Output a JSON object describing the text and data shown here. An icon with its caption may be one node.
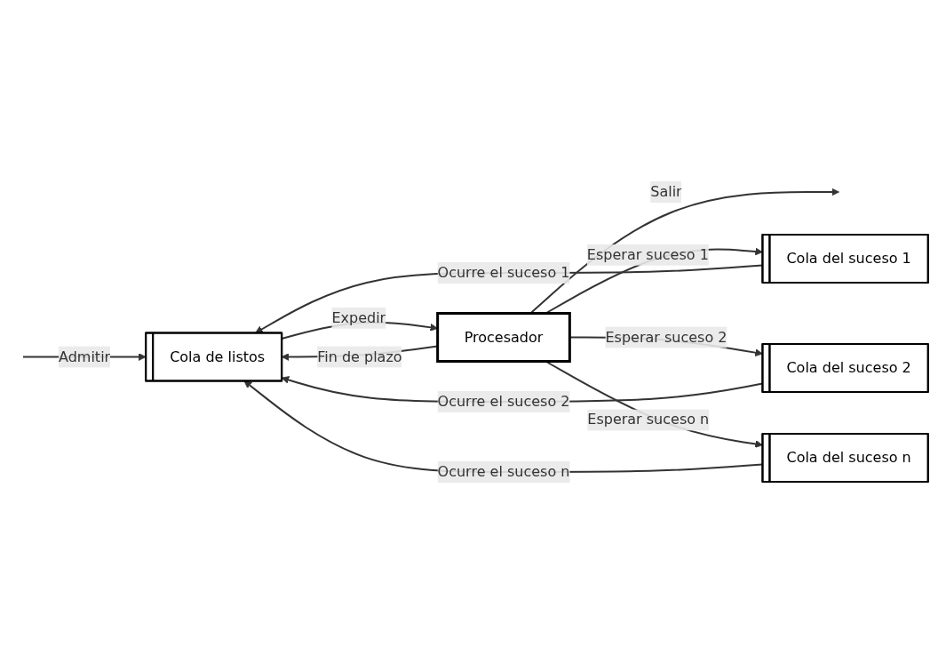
{
  "diagram": {
    "nodes": [
      {
        "text": [
          "Cola de listos"
        ]
      },
      {
        "text": [
          "Procesador"
        ]
      },
      {
        "text": [
          "Cola del suceso 1"
        ]
      },
      {
        "text": [
          "Cola del suceso 2"
        ]
      },
      {
        "text": [
          "Cola del suceso n"
        ]
      }
    ],
    "edges": [
      {
        "from": null,
        "to": 0,
        "arrow": "to",
        "label": "Admitir"
      },
      {
        "from": 0,
        "to": 1,
        "arrow": "to",
        "label": "Expedir"
      },
      {
        "from": 1,
        "to": null,
        "arrow": "to",
        "label": "Salir"
      },
      {
        "from": 1,
        "to": 0,
        "arrow": "to",
        "label": "Fin de plazo"
      },
      {
        "from": 1,
        "to": 2,
        "arrow": "to",
        "label": "Esperar suceso 1"
      },
      {
        "from": 1,
        "to": 3,
        "arrow": "to",
        "label": "Esperar suceso 2"
      },
      {
        "from": 1,
        "to": 4,
        "arrow": "to",
        "label": "Esperar suceso n"
      },
      {
        "from": 2,
        "to": 0,
        "arrow": "to",
        "label": "Ocurre el suceso 1"
      },
      {
        "from": 3,
        "to": 0,
        "arrow": "to",
        "label": "Ocurre el suceso 2"
      },
      {
        "from": 4,
        "to": 0,
        "arrow": "to",
        "label": "Ocurre el suceso n"
      }
    ]
  }
}
